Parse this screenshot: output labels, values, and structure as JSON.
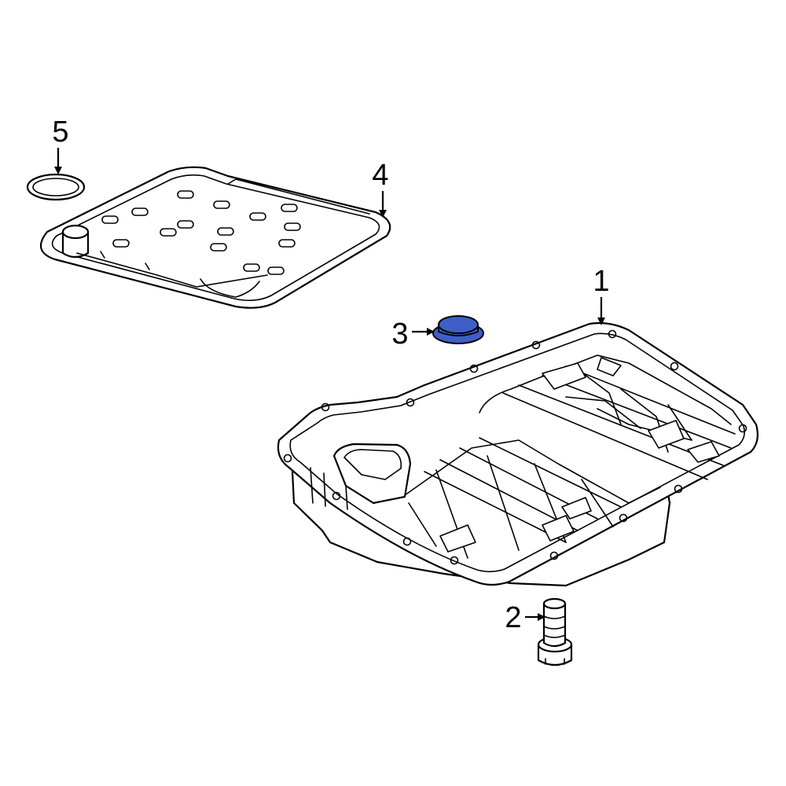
{
  "parts": [
    {
      "callout": "1",
      "name": "transmission-oil-pan"
    },
    {
      "callout": "2",
      "name": "drain-plug"
    },
    {
      "callout": "3",
      "name": "plug"
    },
    {
      "callout": "4",
      "name": "filter"
    },
    {
      "callout": "5",
      "name": "o-ring"
    }
  ],
  "colors": {
    "line": "#000000",
    "highlight": "#3f5fc6",
    "background": "#ffffff"
  }
}
